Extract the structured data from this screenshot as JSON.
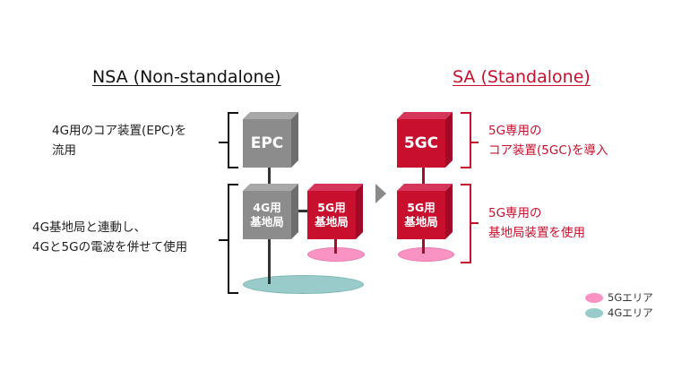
{
  "nsa": {
    "title": "NSA (Non-standalone)",
    "core_box_label": "EPC",
    "core_desc_line1": "4G用のコア装置(EPC)を",
    "core_desc_line2": "流用",
    "bs4g_label_line1": "4G用",
    "bs4g_label_line2": "基地局",
    "bs5g_label_line1": "5G用",
    "bs5g_label_line2": "基地局",
    "bs_desc_line1": "4G基地局と連動し、",
    "bs_desc_line2": "4Gと5Gの電波を併せて使用"
  },
  "sa": {
    "title": "SA (Standalone)",
    "core_box_label": "5GC",
    "core_desc_line1": "5G専用の",
    "core_desc_line2": "コア装置(5GC)を導入",
    "bs5g_label_line1": "5G用",
    "bs5g_label_line2": "基地局",
    "bs_desc_line1": "5G専用の",
    "bs_desc_line2": "基地局装置を使用"
  },
  "legend": {
    "items": [
      {
        "label": "5Gエリア",
        "color": "#f993c3"
      },
      {
        "label": "4Gエリア",
        "color": "#98cbc9"
      }
    ]
  },
  "colors": {
    "gray_front": "#8c8c8c",
    "gray_top": "#a8a8a8",
    "gray_side": "#6e6e6e",
    "red_front": "#c8102e",
    "red_top": "#d6365a",
    "red_side": "#a00a28",
    "arrow": "#8a8a8a"
  }
}
